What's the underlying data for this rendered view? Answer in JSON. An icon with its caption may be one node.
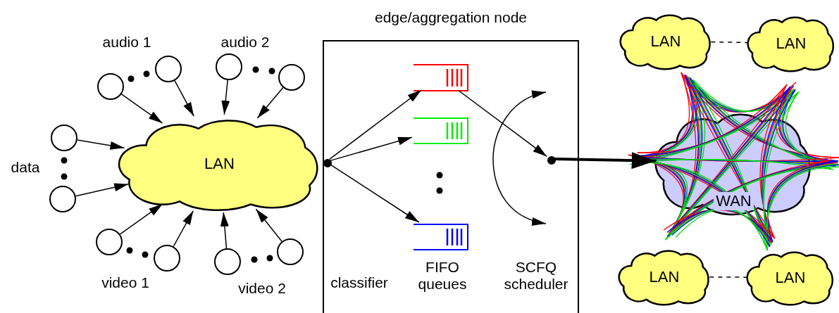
{
  "diagram": {
    "nodes": [
      {
        "text": [],
        "shape": "circle"
      },
      {
        "text": [],
        "shape": "circle"
      },
      {
        "text": [],
        "shape": "circle"
      },
      {
        "text": [],
        "shape": "circle"
      },
      {
        "text": [],
        "shape": "circle"
      },
      {
        "text": [],
        "shape": "circle"
      },
      {
        "text": [
          "LAN"
        ]
      },
      {
        "text": [],
        "shape": "circle"
      },
      {
        "text": [],
        "shape": "circle"
      },
      {
        "text": [],
        "shape": "circle"
      },
      {
        "text": [],
        "shape": "circle"
      },
      {
        "text": [
          "edge/aggregation node"
        ]
      },
      {
        "text": [],
        "shape": "circle",
        "in": 11
      },
      {
        "text": [],
        "shape": "box",
        "in": 11
      },
      {
        "text": [],
        "shape": "box",
        "in": 11
      },
      {
        "text": [],
        "shape": "box",
        "in": 11
      },
      {
        "text": [],
        "shape": "circle",
        "in": 11
      },
      {
        "text": [
          "LAN"
        ]
      },
      {
        "text": [
          "LAN"
        ]
      },
      {
        "text": [
          "WAN"
        ]
      },
      {
        "text": [
          "LAN"
        ]
      },
      {
        "text": [
          "LAN"
        ]
      }
    ],
    "edges": [
      {
        "from": 0,
        "to": 6,
        "arrow": "to"
      },
      {
        "from": 1,
        "to": 6,
        "arrow": "to"
      },
      {
        "from": 2,
        "to": 6,
        "arrow": "to"
      },
      {
        "from": 3,
        "to": 6,
        "arrow": "to"
      },
      {
        "from": 4,
        "to": 6,
        "arrow": "to"
      },
      {
        "from": 5,
        "to": 6,
        "arrow": "to"
      },
      {
        "from": 7,
        "to": 6,
        "arrow": "to"
      },
      {
        "from": 8,
        "to": 6,
        "arrow": "to"
      },
      {
        "from": 9,
        "to": 6,
        "arrow": "to"
      },
      {
        "from": 10,
        "to": 6,
        "arrow": "to"
      },
      {
        "from": 12,
        "to": 13,
        "arrow": "to"
      },
      {
        "from": 12,
        "to": 14,
        "arrow": "to"
      },
      {
        "from": 12,
        "to": 15,
        "arrow": "to"
      },
      {
        "from": 13,
        "to": 16,
        "arrow": "to"
      },
      {
        "from": 16,
        "to": 19,
        "arrow": "to",
        "style": "thick"
      },
      {
        "from": 17,
        "to": 18,
        "arrow": "none",
        "style": "dashed"
      },
      {
        "from": 20,
        "to": 21,
        "arrow": "none",
        "style": "dashed"
      }
    ],
    "labels": [
      "audio 1",
      "audio 2",
      "data",
      "video 1",
      "video 2",
      "classifier",
      "FIFO queues",
      "SCFQ scheduler"
    ]
  }
}
